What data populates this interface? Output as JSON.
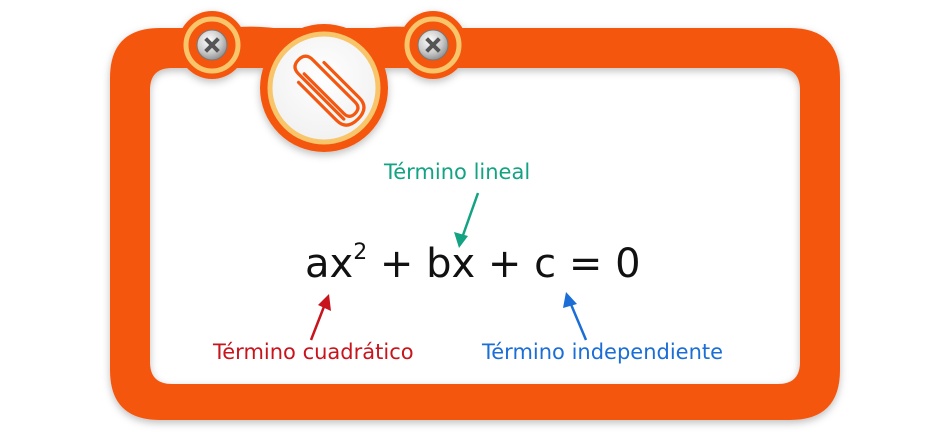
{
  "colors": {
    "frame": "#f4570f",
    "frame_dark": "#d8430a",
    "ring": "#f8c56a",
    "lineal": "#13a382",
    "cuadratico": "#c8141c",
    "independiente": "#1b6ed6"
  },
  "icons": [
    "paperclip-icon",
    "screw-icon"
  ],
  "equation": {
    "a_term": "ax",
    "a_exp": "2",
    "plus1": " + ",
    "b_term": "bx",
    "plus2": " + ",
    "c_term": "c",
    "equals": " = ",
    "rhs": "0"
  },
  "labels": {
    "lineal": "Término lineal",
    "cuadratico": "Término cuadrático",
    "independiente": "Término independiente"
  }
}
